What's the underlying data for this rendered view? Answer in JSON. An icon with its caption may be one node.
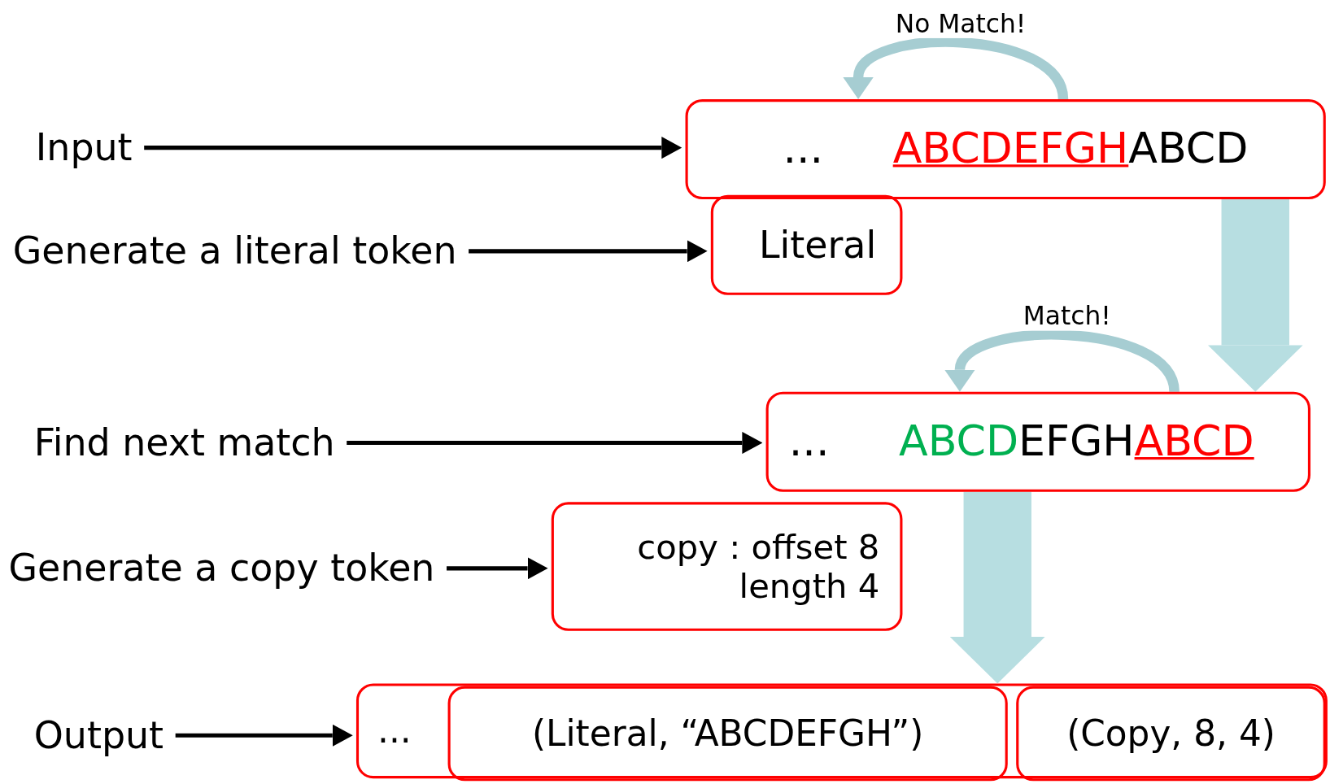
{
  "diagram": {
    "nodes": [
      {
        "text": [
          "Input"
        ]
      },
      {
        "text": [
          "...",
          "ABCDEFGH",
          "ABCD"
        ]
      },
      {
        "text": [
          "Generate a literal token"
        ]
      },
      {
        "text": [
          "Literal"
        ]
      },
      {
        "text": [
          "Find next match"
        ]
      },
      {
        "text": [
          "...",
          "ABCD",
          "EFGH",
          "ABCD"
        ]
      },
      {
        "text": [
          "Generate a copy token"
        ]
      },
      {
        "text": [
          "copy : offset 8 length 4"
        ]
      },
      {
        "text": [
          "Output"
        ]
      },
      {
        "text": [
          "..."
        ]
      },
      {
        "text": [
          "(Literal, “ABCDEFGH”)"
        ],
        "in": 9
      },
      {
        "text": [
          "(Copy, 8, 4)"
        ],
        "in": 9
      }
    ],
    "edges": [
      {
        "from": 0,
        "to": 1,
        "arrow": "to"
      },
      {
        "from": 1,
        "to": 1,
        "arrow": "to",
        "label": "No Match!",
        "style": "thick",
        "color": "#a6cdd2"
      },
      {
        "from": 2,
        "to": 3,
        "arrow": "to"
      },
      {
        "from": 1,
        "to": 5,
        "arrow": "to",
        "style": "thick",
        "color": "#b7dee1"
      },
      {
        "from": 4,
        "to": 5,
        "arrow": "to"
      },
      {
        "from": 5,
        "to": 5,
        "arrow": "to",
        "label": "Match!",
        "style": "thick",
        "color": "#a6cdd2"
      },
      {
        "from": 6,
        "to": 7,
        "arrow": "to"
      },
      {
        "from": 5,
        "to": 9,
        "arrow": "to",
        "style": "thick",
        "color": "#b7dee1"
      },
      {
        "from": 8,
        "to": 9,
        "arrow": "to"
      }
    ]
  }
}
